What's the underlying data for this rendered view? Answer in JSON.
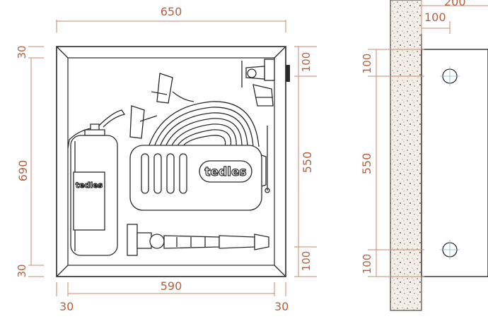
{
  "front_view": {
    "width_total": "650",
    "width_inner": "590",
    "margin_left": "30",
    "margin_right": "30",
    "height_total": "690",
    "margin_top": "30",
    "margin_bottom": "30",
    "inner_height": "550",
    "top_offset": "100",
    "bottom_offset": "100"
  },
  "side_view": {
    "depth_total": "200",
    "depth_inner": "100",
    "top_offset": "100",
    "mount_spacing": "550",
    "bottom_offset": "100"
  },
  "brand": {
    "logo_text": "tedles"
  },
  "colors": {
    "dimension": "#b5603f",
    "ink": "#2a2a2a",
    "wall": "#e8e2d8"
  }
}
